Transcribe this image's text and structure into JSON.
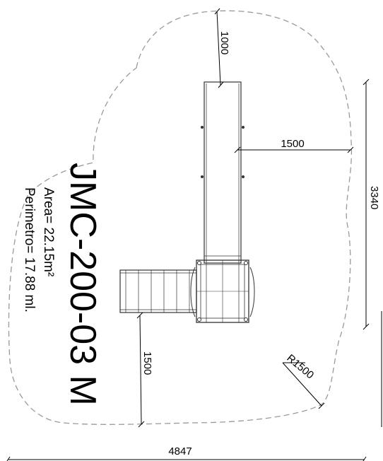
{
  "drawing": {
    "code": "JMC-200-03 M",
    "area": "Area= 22.15m²",
    "perimeter": "Perimetro= 17.88 ml."
  },
  "dimensions": {
    "top": "1000",
    "right_offset": "1500",
    "height": "3340",
    "bottom_left": "1500",
    "radius": "R1500",
    "width": "4847"
  },
  "colors": {
    "line": "#000000",
    "safety_zone": "#9a9a9a",
    "structure": "#333333"
  }
}
